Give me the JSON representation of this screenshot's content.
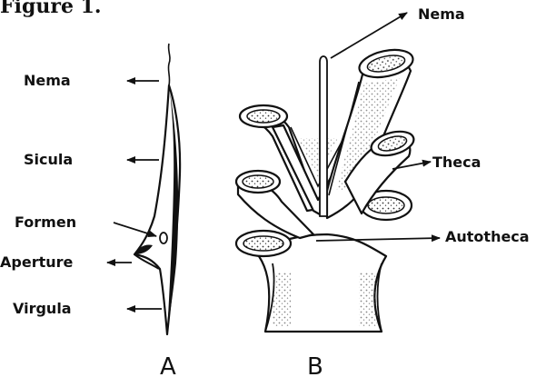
{
  "figure": {
    "title": "Figure 1."
  },
  "panel_a": {
    "label": "A",
    "callouts": {
      "nema": "Nema",
      "sicula": "Sicula",
      "formen": "Formen",
      "aperture": "Aperture",
      "virgula": "Virgula"
    }
  },
  "panel_b": {
    "label": "B",
    "callouts": {
      "nema": "Nema",
      "theca": "Theca",
      "autotheca": "Autotheca"
    }
  }
}
